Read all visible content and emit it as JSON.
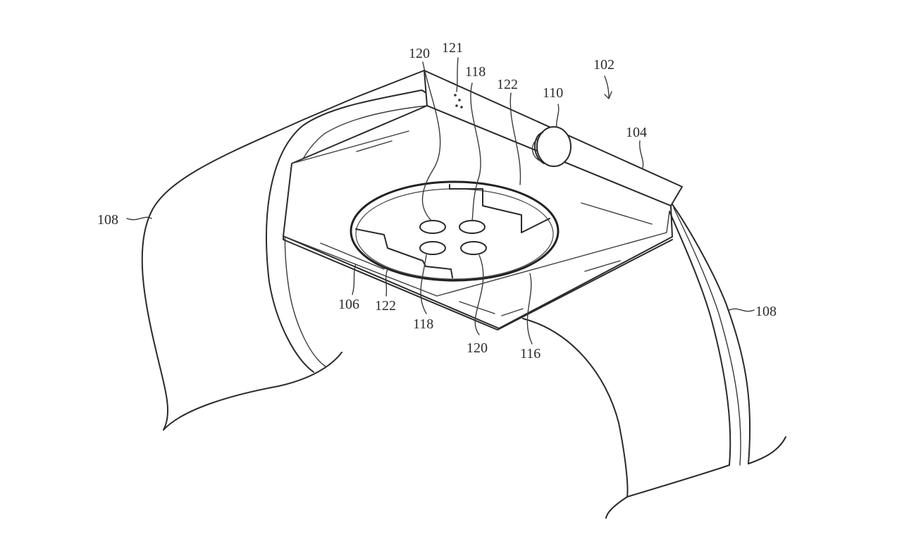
{
  "figure": {
    "reference_numerals": {
      "device": "102",
      "housing": "104",
      "rear_face": "106",
      "band_left": "108",
      "band_right": "108",
      "crown": "110",
      "sensor_window": "116",
      "electrode_top": "118",
      "electrode_bottom": "118",
      "emitter_top": "120",
      "emitter_bottom": "120",
      "port": "121",
      "seal_top": "122",
      "seal_bottom": "122"
    }
  }
}
